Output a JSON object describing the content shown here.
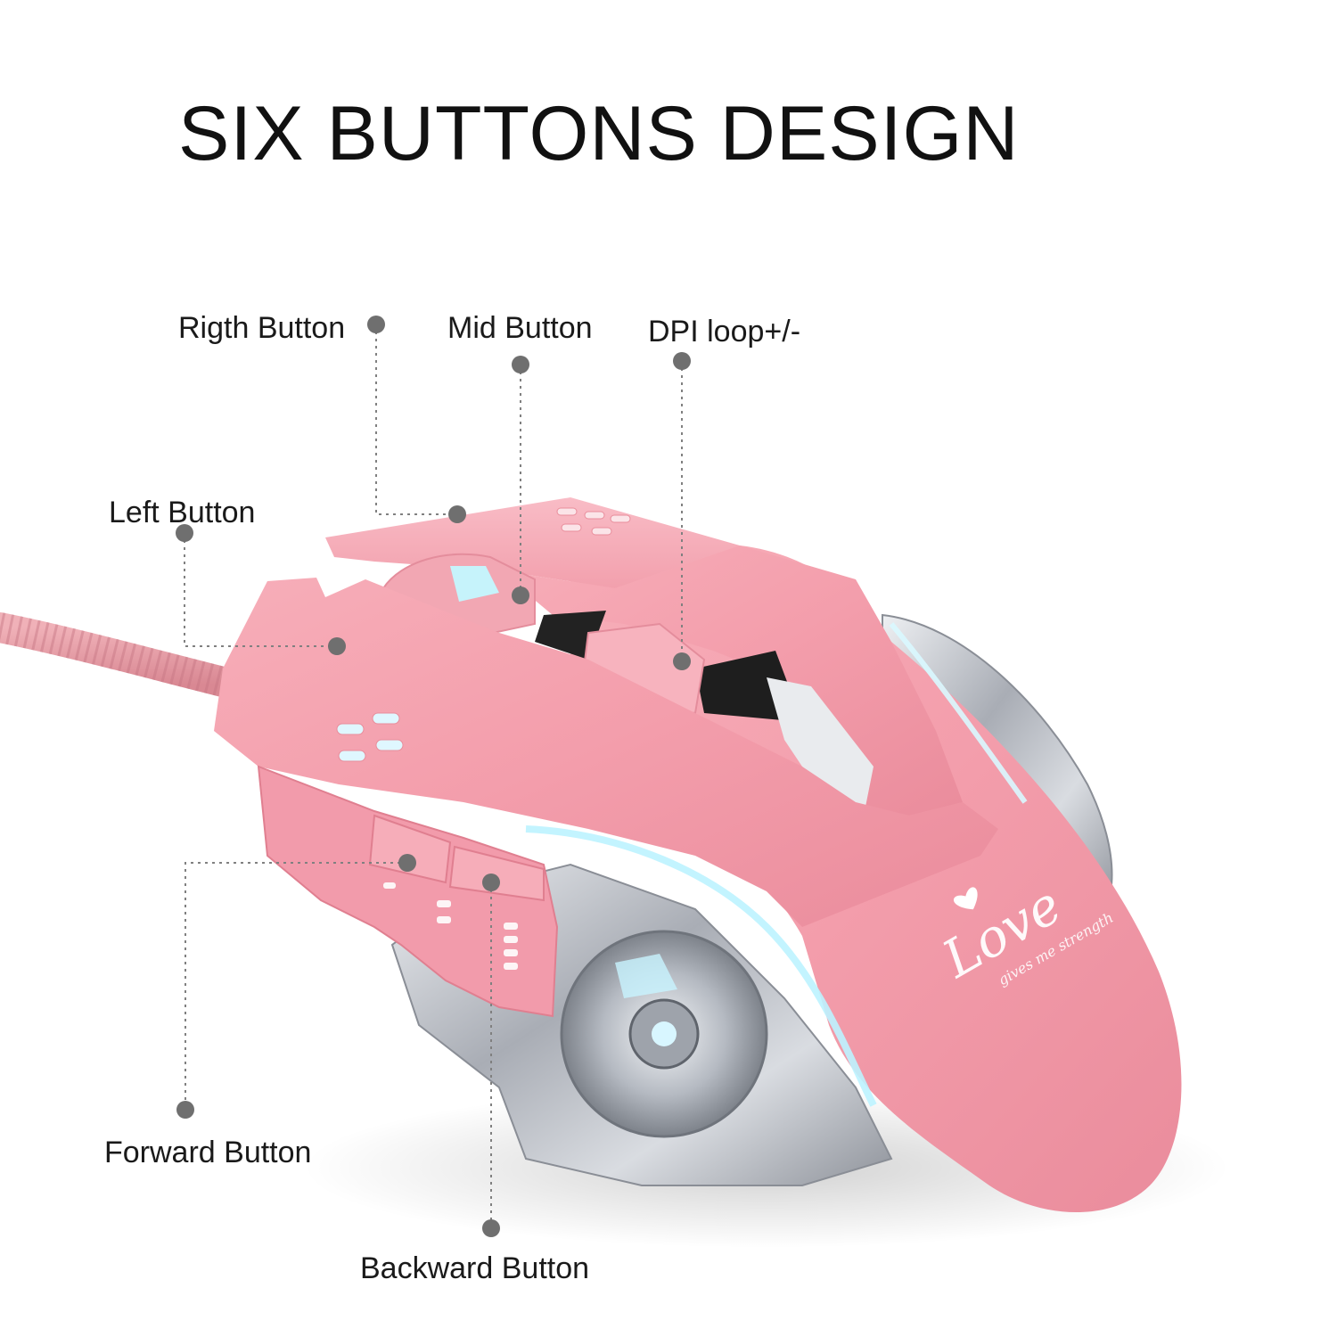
{
  "title": "SIX BUTTONS DESIGN",
  "callouts": {
    "right_button": "Rigth Button",
    "mid_button": "Mid Button",
    "dpi_loop": "DPI loop+/-",
    "left_button": "Left Button",
    "forward_button": "Forward Button",
    "backward_button": "Backward Button"
  },
  "mouse": {
    "logo_text": "Love",
    "logo_subtext": "gives me strength",
    "body_color": "#f4a0ae",
    "metal_color": "#b8bcc4",
    "glow_color": "#bdf3ff"
  }
}
